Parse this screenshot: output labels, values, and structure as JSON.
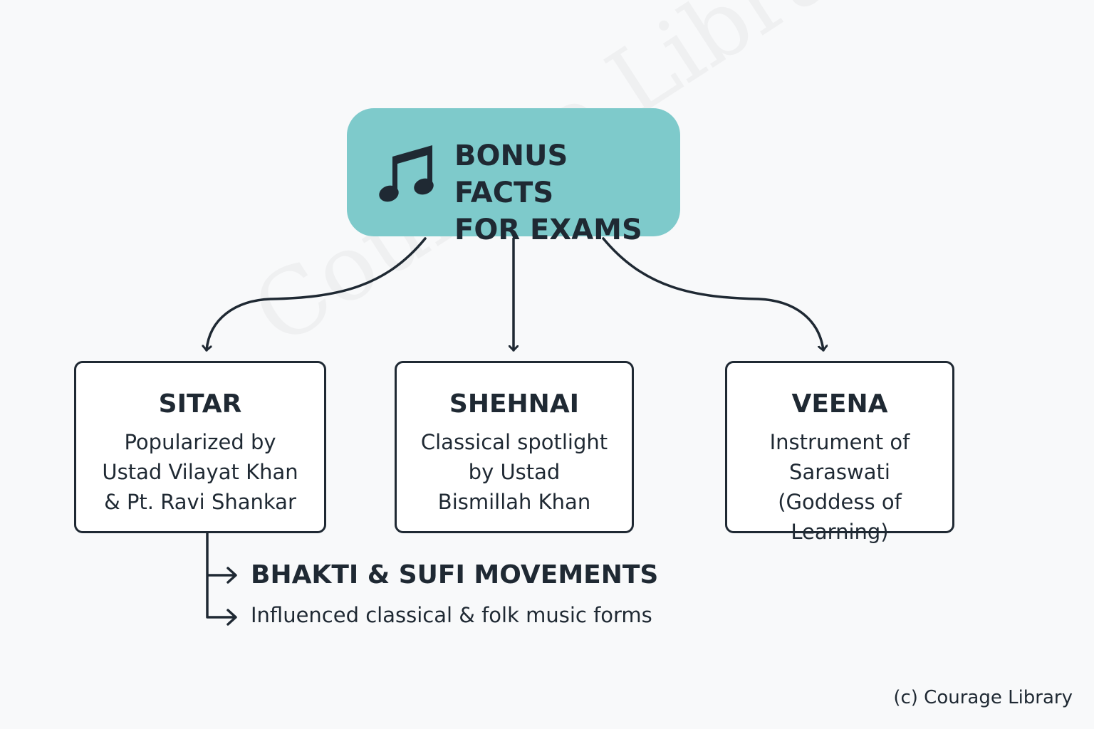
{
  "watermark": "Courage Library",
  "root": {
    "icon": "music-note-icon",
    "title": "BONUS FACTS\nFOR EXAMS"
  },
  "nodes": [
    {
      "title": "SITAR",
      "body": "Popularized by\nUstad Vilayat Khan\n& Pt. Ravi Shankar"
    },
    {
      "title": "SHEHNAI",
      "body": "Classical spotlight\nby Ustad\nBismillah Khan"
    },
    {
      "title": "VEENA",
      "body": "Instrument of\nSaraswati\n(Goddess of Learning)"
    }
  ],
  "branch": {
    "heading": "BHAKTI & SUFI MOVEMENTS",
    "detail": "Influenced classical & folk music forms"
  },
  "credit": "(c) Courage Library",
  "colors": {
    "root_fill": "#7ecacb",
    "ink": "#1f2933",
    "background": "#f8f9fa"
  }
}
